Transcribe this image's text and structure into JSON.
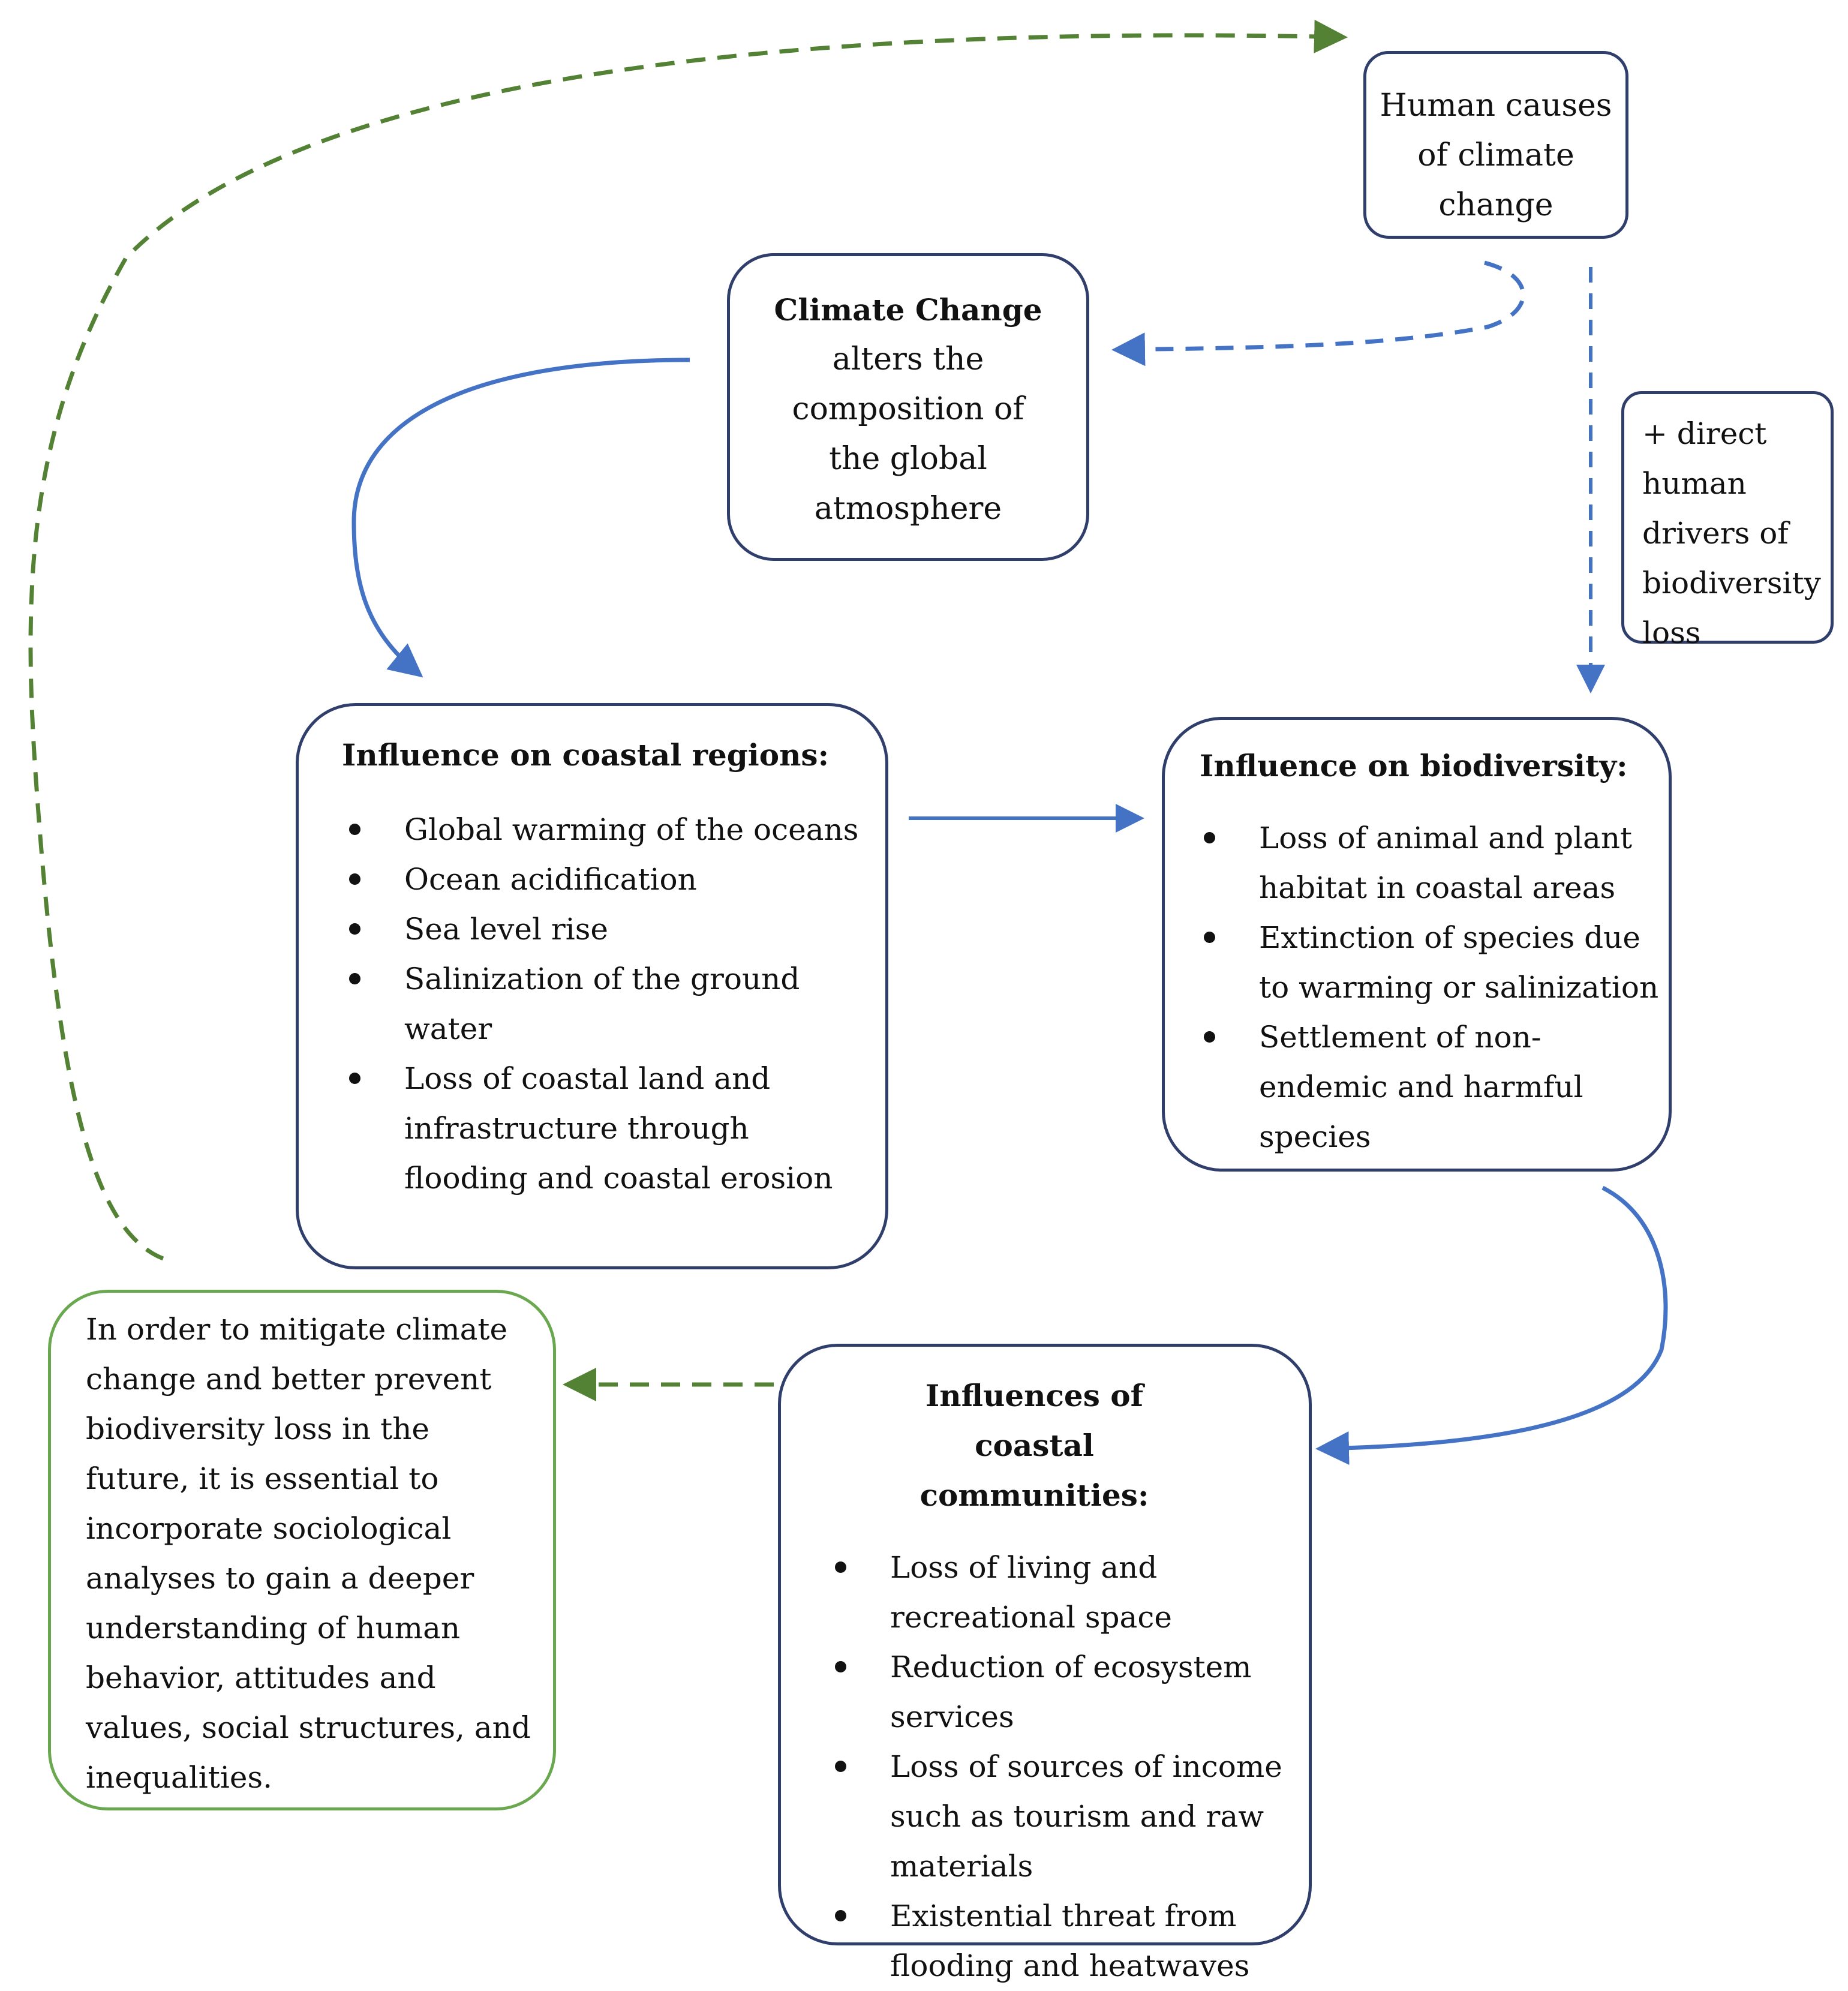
{
  "boxes": {
    "human_causes": {
      "text": "Human causes of climate change"
    },
    "climate_change": {
      "title": "Climate Change",
      "text": "alters the composition of the global atmosphere"
    },
    "direct_drivers": {
      "text": "+ direct human drivers of biodiversity loss"
    },
    "coastal_regions": {
      "title": "Influence on coastal regions:",
      "items": [
        "Global warming of the oceans",
        "Ocean acidification",
        "Sea level rise",
        "Salinization of the ground water",
        "Loss of coastal land and infrastructure through flooding and coastal erosion"
      ]
    },
    "biodiversity": {
      "title": "Influence on biodiversity:",
      "items": [
        "Loss of animal and plant habitat in coastal areas",
        "Extinction of species due to warming or salinization",
        "Settlement of non-endemic and harmful species"
      ]
    },
    "communities": {
      "title": "Influences of coastal communities:",
      "items": [
        "Loss of living and recreational space",
        "Reduction of ecosystem services",
        "Loss of sources of income such as tourism and raw materials",
        "Existential threat from flooding and heatwaves"
      ]
    },
    "mitigation": {
      "text": "In order to mitigate climate change and better prevent biodiversity loss in the future, it is essential to incorporate sociological analyses to gain a deeper understanding of human behavior, attitudes and values, social structures, and inequalities."
    }
  },
  "colors": {
    "solid_arrow": "#4472c4",
    "green_arrow": "#548235",
    "box_border": "#2f3e6b",
    "green_border": "#6aa84f"
  }
}
